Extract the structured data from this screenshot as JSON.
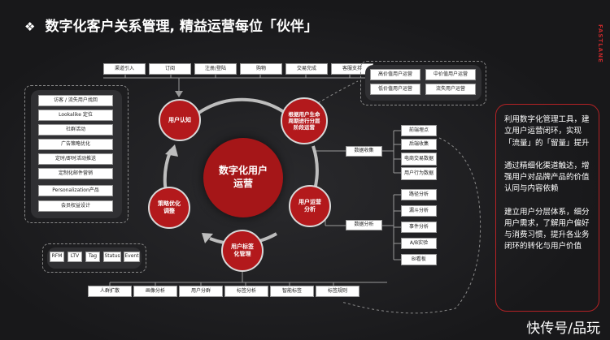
{
  "title": "数字化客户关系管理, 精益运营每位「伙伴」",
  "title_icon": "diamond-icon",
  "logo": "FASTLANE",
  "top_boxes": [
    "渠道引入",
    "订阅",
    "注册/登陆",
    "购物",
    "交易完成",
    "客服支持"
  ],
  "left_list": [
    "访客 / 流失用户找回",
    "Lookalike 定位",
    "社群活动",
    "广告策略优化",
    "定时/即时活动推送",
    "定制化邮件营销",
    "Personalization产品",
    "会员权益设计"
  ],
  "value_boxes": [
    "高价值用户运营",
    "中价值用户运营",
    "低价值用户运营",
    "流失用户运营"
  ],
  "circles": {
    "center": "数字化用户运营",
    "recognize": "用户认知",
    "lifecycle": "根据用户生命周期进行分层阶段运营",
    "ops_analysis": "用户运营分析",
    "tag_mgmt": "用户标签化管理",
    "strategy": "策略优化调整"
  },
  "data_collect": {
    "label": "数据收集",
    "items": [
      "前端埋点",
      "后端收集",
      "电商交易数据",
      "用户行为数据"
    ]
  },
  "data_analysis": {
    "label": "数据分析",
    "items": [
      "路径分析",
      "漏斗分析",
      "事件分析",
      "A/B实验",
      "BI看板"
    ]
  },
  "tag_chips": [
    "RFM",
    "LTV",
    "Tag",
    "Status",
    "Event"
  ],
  "bottom_boxes": [
    "人群扩散",
    "画像分析",
    "用户分群",
    "标签分析",
    "智能标签",
    "标签规则"
  ],
  "note": [
    "利用数字化管理工具，建立用户运营闭环，实现「流量」的「留量」提升",
    "通过精细化渠道触达，增强用户对品牌产品的价值认同与内容依赖",
    "建立用户分层体系，细分用户需求，了解用户偏好与消费习惯，提升各业务闭环的转化与用户价值"
  ],
  "watermark": "快传号/品玩",
  "colors": {
    "accent": "#b3191c",
    "background": "#1b1b1d",
    "panel": "#303033"
  }
}
